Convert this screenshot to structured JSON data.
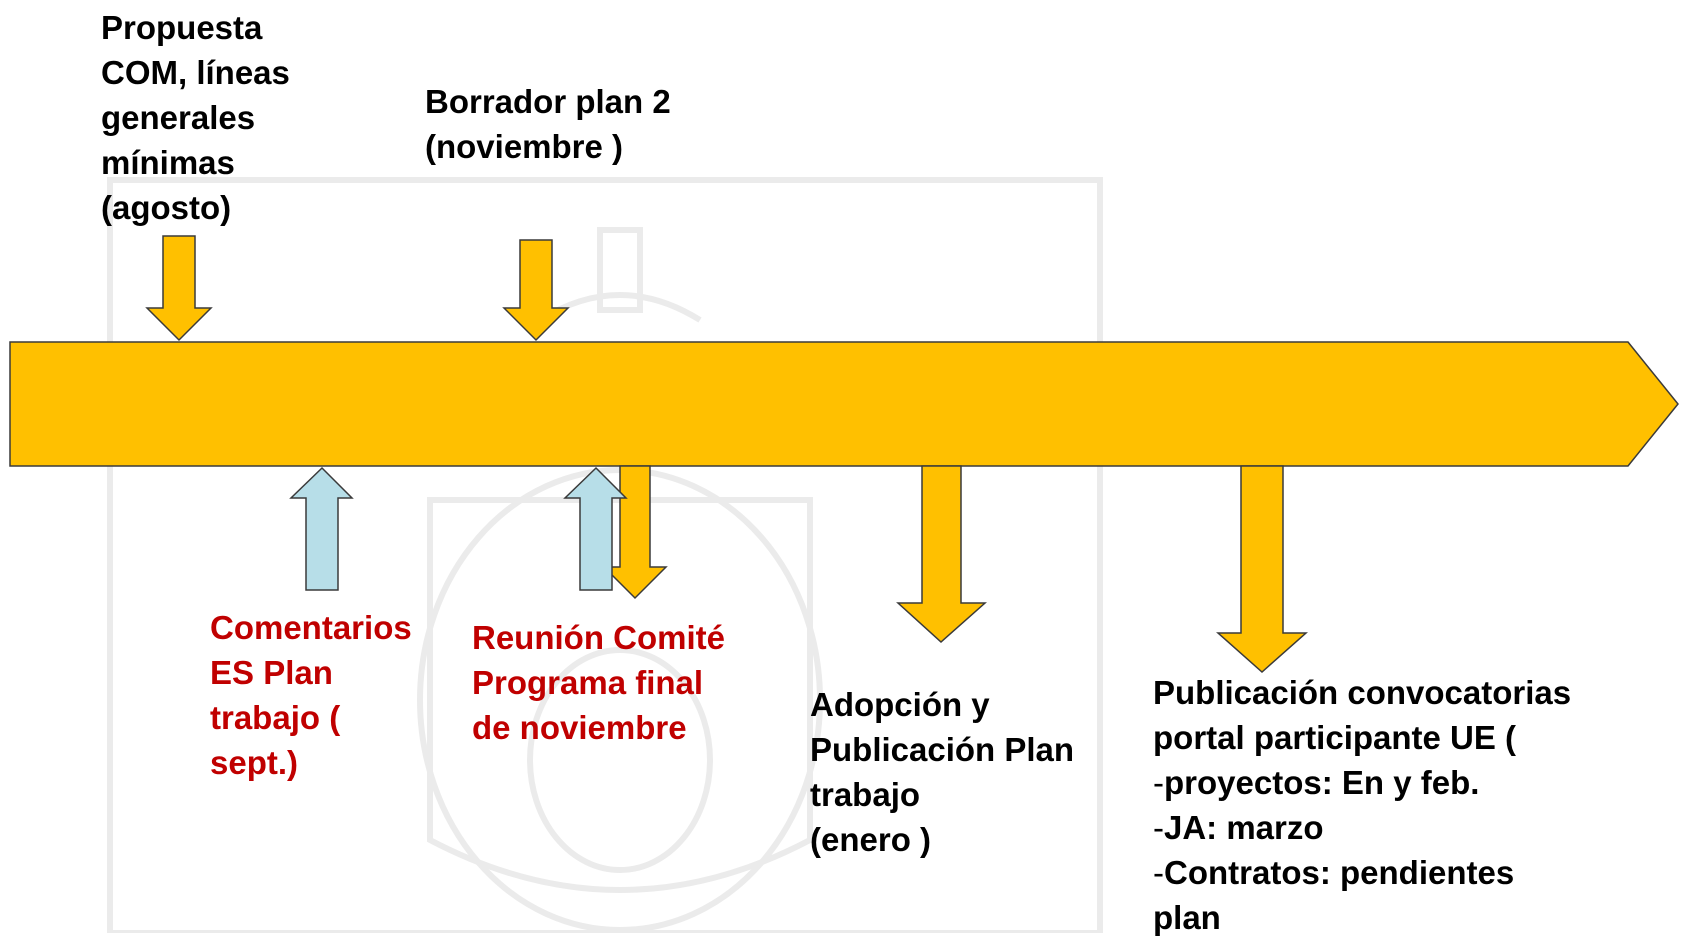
{
  "colors": {
    "timeline_fill": "#ffc000",
    "timeline_stroke": "#3a3a3a",
    "down_arrow_fill": "#ffc000",
    "up_arrow_fill": "#b7dee8",
    "text_dark": "#000000",
    "text_red": "#c00000",
    "watermark": "#e6e6e6"
  },
  "timeline": {
    "shape": "right-pointing-arrow"
  },
  "events_above": [
    {
      "text": "Propuesta\nCOM, líneas\ngenerales\nmínimas\n(agosto)"
    },
    {
      "text": "Borrador plan 2\n(noviembre )"
    }
  ],
  "events_below_red": [
    {
      "text": "Comentarios\nES Plan\ntrabajo (\nsept.)"
    },
    {
      "text": "Reunión Comité\nPrograma final\nde noviembre"
    }
  ],
  "events_below_dark": [
    {
      "text": "Adopción y\nPublicación Plan\ntrabajo\n(enero  )"
    },
    {
      "heading": "Publicación convocatorias\nportal participante UE (",
      "bullet_mark": "-",
      "bullets": [
        "proyectos:  En y feb.",
        "JA: marzo",
        "Contratos: pendientes\nplan"
      ]
    }
  ]
}
